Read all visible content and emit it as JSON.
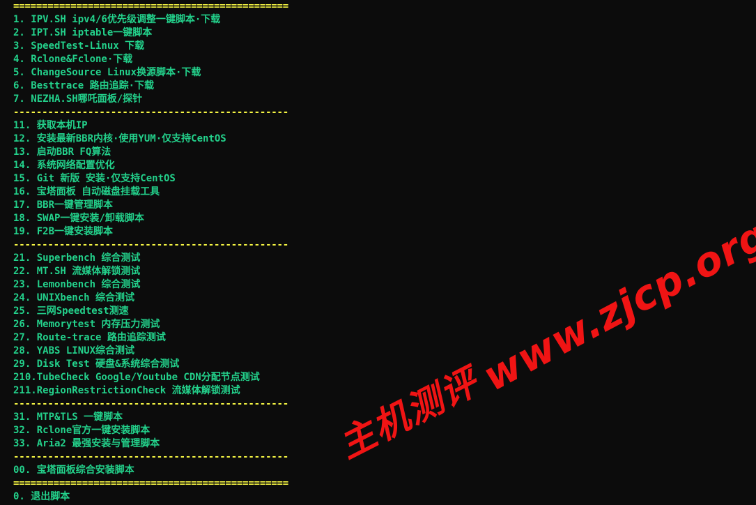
{
  "terminal": {
    "lines": [
      {
        "kind": "sep",
        "text": "================================================"
      },
      {
        "kind": "opt",
        "text": "1. IPV.SH ipv4/6优先级调整一键脚本·下载"
      },
      {
        "kind": "opt",
        "text": "2. IPT.SH iptable一键脚本"
      },
      {
        "kind": "opt",
        "text": "3. SpeedTest-Linux 下载"
      },
      {
        "kind": "opt",
        "text": "4. Rclone&Fclone·下载"
      },
      {
        "kind": "opt",
        "text": "5. ChangeSource Linux换源脚本·下载"
      },
      {
        "kind": "opt",
        "text": "6. Besttrace 路由追踪·下载"
      },
      {
        "kind": "opt",
        "text": "7. NEZHA.SH哪吒面板/探针"
      },
      {
        "kind": "sep",
        "text": "------------------------------------------------"
      },
      {
        "kind": "opt",
        "text": "11. 获取本机IP"
      },
      {
        "kind": "opt",
        "text": "12. 安装最新BBR内核·使用YUM·仅支持CentOS"
      },
      {
        "kind": "opt",
        "text": "13. 启动BBR FQ算法"
      },
      {
        "kind": "opt",
        "text": "14. 系统网络配置优化"
      },
      {
        "kind": "opt",
        "text": "15. Git 新版 安装·仅支持CentOS"
      },
      {
        "kind": "opt",
        "text": "16. 宝塔面板 自动磁盘挂载工具"
      },
      {
        "kind": "opt",
        "text": "17. BBR一键管理脚本"
      },
      {
        "kind": "opt",
        "text": "18. SWAP一键安装/卸载脚本"
      },
      {
        "kind": "opt",
        "text": "19. F2B一键安装脚本"
      },
      {
        "kind": "sep",
        "text": "------------------------------------------------"
      },
      {
        "kind": "opt",
        "text": "21. Superbench 综合测试"
      },
      {
        "kind": "opt",
        "text": "22. MT.SH 流媒体解锁测试"
      },
      {
        "kind": "opt",
        "text": "23. Lemonbench 综合测试"
      },
      {
        "kind": "opt",
        "text": "24. UNIXbench 综合测试"
      },
      {
        "kind": "opt",
        "text": "25. 三网Speedtest测速"
      },
      {
        "kind": "opt",
        "text": "26. Memorytest 内存压力测试"
      },
      {
        "kind": "opt",
        "text": "27. Route-trace 路由追踪测试"
      },
      {
        "kind": "opt",
        "text": "28. YABS LINUX综合测试"
      },
      {
        "kind": "opt",
        "text": "29. Disk Test 硬盘&系统综合测试"
      },
      {
        "kind": "opt",
        "text": "210.TubeCheck Google/Youtube CDN分配节点测试"
      },
      {
        "kind": "opt",
        "text": "211.RegionRestrictionCheck 流媒体解锁测试"
      },
      {
        "kind": "sep",
        "text": "------------------------------------------------"
      },
      {
        "kind": "opt",
        "text": "31. MTP&TLS 一键脚本"
      },
      {
        "kind": "opt",
        "text": "32. Rclone官方一键安装脚本"
      },
      {
        "kind": "opt",
        "text": "33. Aria2 最强安装与管理脚本"
      },
      {
        "kind": "sep",
        "text": "------------------------------------------------"
      },
      {
        "kind": "opt",
        "text": "00. 宝塔面板综合安装脚本"
      },
      {
        "kind": "sep",
        "text": "================================================"
      },
      {
        "kind": "opt",
        "text": "0. 退出脚本"
      }
    ]
  },
  "watermark": {
    "cn": "主机测评",
    "url": "www.zjcp.org"
  },
  "colors": {
    "background": "#0c0c0c",
    "option_text": "#23d18b",
    "separator": "#f5f543",
    "watermark": "#f01414"
  }
}
